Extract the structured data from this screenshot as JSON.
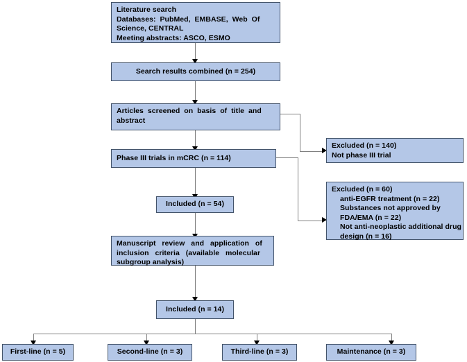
{
  "diagram": {
    "title": "PRISMA-style study selection flow diagram",
    "colors": {
      "node_fill": "#b4c7e7",
      "node_border": "#44546a",
      "connector": "#808080",
      "arrow": "#000000",
      "background": "#ffffff",
      "text": "#000000"
    },
    "nodes": {
      "literature_search": {
        "line1": "Literature search",
        "line2": "Databases:  PubMed,  EMBASE,  Web  Of",
        "line3": "Science, CENTRAL",
        "line4": "Meeting abstracts: ASCO, ESMO"
      },
      "search_results": {
        "label": "Search results combined (n = 254)"
      },
      "articles_screened": {
        "line1": "Articles  screened  on  basis  of  title  and",
        "line2": "abstract"
      },
      "phase_iii_trials": {
        "label": "Phase III trials in mCRC (n = 114)"
      },
      "included_54": {
        "label": "Included (n = 54)"
      },
      "manuscript_review": {
        "line1": "Manuscript   review   and   application   of",
        "line2": "inclusion   criteria   (available   molecular",
        "line3": "subgroup analysis)"
      },
      "included_14": {
        "label": "Included (n = 14)"
      },
      "excluded_140": {
        "line1": "Excluded (n = 140)",
        "line2": "Not phase III trial"
      },
      "excluded_60": {
        "line1": "Excluded (n = 60)",
        "line2": "anti-EGFR treatment (n = 22)",
        "line3": "Substances not approved by",
        "line4": "FDA/EMA (n = 22)",
        "line5": "Not anti-neoplastic additional drug",
        "line6": "design (n = 16)"
      },
      "first_line": {
        "label": "First-line (n = 5)"
      },
      "second_line": {
        "label": "Second-line (n = 3)"
      },
      "third_line": {
        "label": "Third-line (n = 3)"
      },
      "maintenance": {
        "label": "Maintenance (n = 3)"
      }
    }
  }
}
